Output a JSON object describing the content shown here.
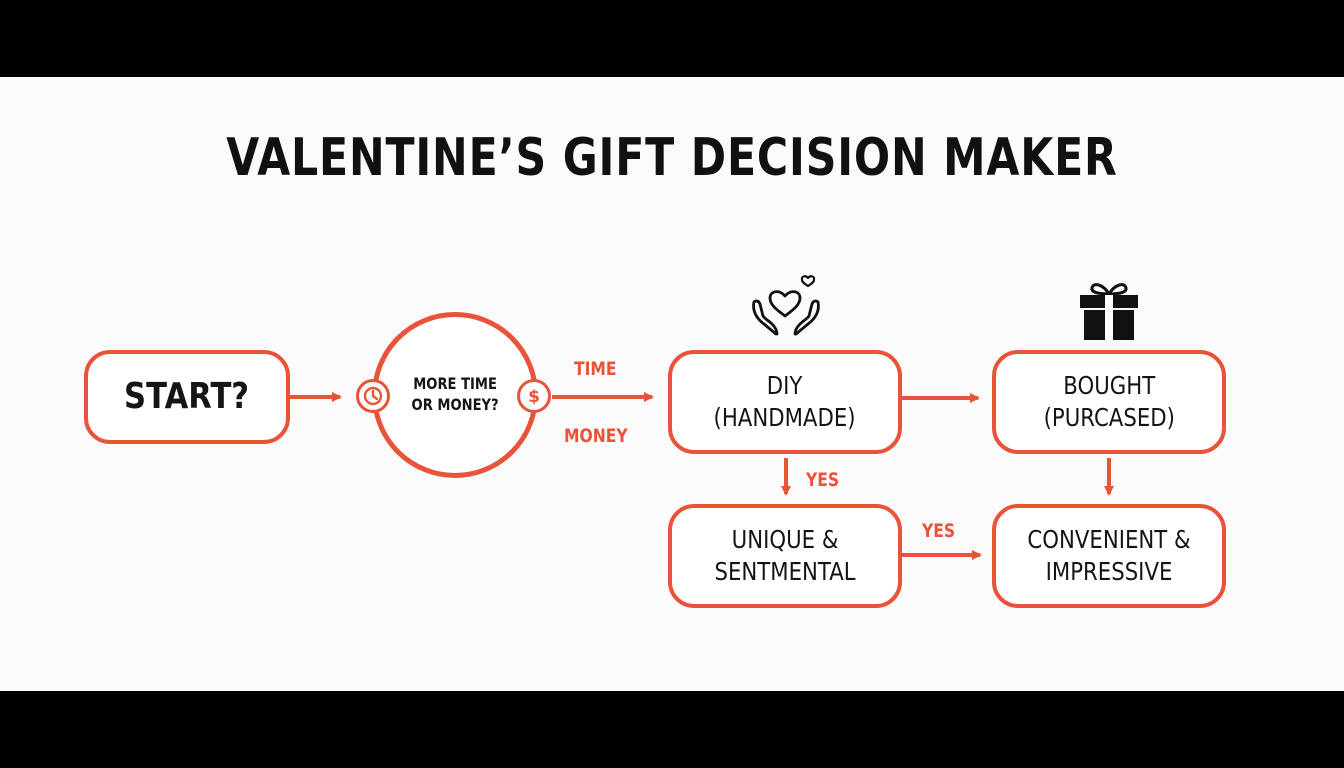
{
  "title": "VALENTINE’S GIFT DECISION MAKER",
  "nodes": {
    "start": "START?",
    "question": [
      "MORE TIME",
      "OR MONEY?"
    ],
    "diy": [
      "DIY",
      "(HANDMADE)"
    ],
    "bought": [
      "BOUGHT",
      "(PURCASED)"
    ],
    "unique": [
      "UNIQUE &",
      "SENTMENTAL"
    ],
    "convenient": [
      "CONVENIENT &",
      "IMPRESSIVE"
    ]
  },
  "edge_labels": {
    "time": "TIME",
    "money": "MONEY",
    "yes_down": "YES",
    "yes_right": "YES"
  },
  "icons": {
    "question_left": "clock-icon",
    "question_right": "dollar-icon",
    "diy": "hands-heart-icon",
    "bought": "gift-box-icon"
  },
  "colors": {
    "accent": "#e8533a",
    "text": "#151515",
    "background": "#fbfbfb",
    "letterbox": "#000000"
  }
}
